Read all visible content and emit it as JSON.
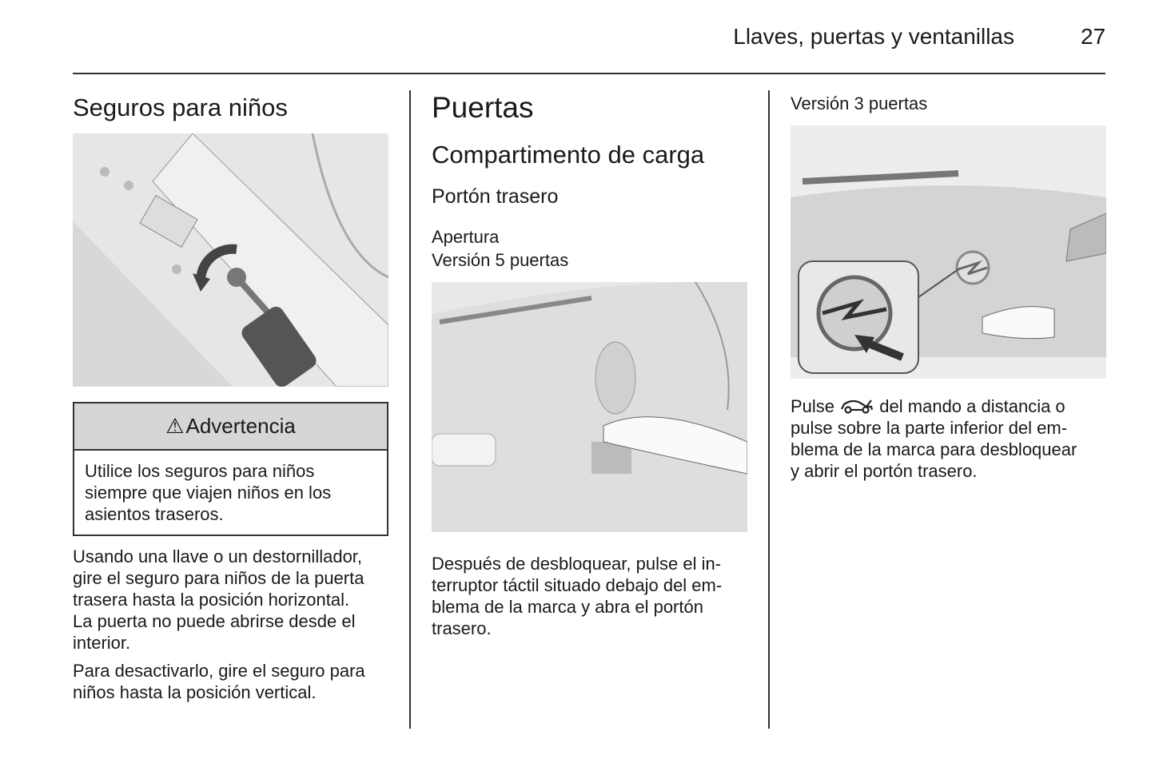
{
  "header": {
    "title": "Llaves, puertas y ventanillas",
    "page_number": "27"
  },
  "col1": {
    "heading": "Seguros para niños",
    "warning": {
      "icon": "warning-triangle-icon",
      "title": "Advertencia",
      "lines": [
        "Utilice los seguros para niños",
        "siempre que viajen niños en los",
        "asientos traseros."
      ]
    },
    "para1": [
      "Usando una llave o un destornillador,",
      "gire el seguro para niños de la puerta",
      "trasera hasta la posición horizontal.",
      "La puerta no puede abrirse desde el",
      "interior."
    ],
    "para2": [
      "Para desactivarlo, gire el seguro para",
      "niños hasta la posición vertical."
    ]
  },
  "col2": {
    "heading": "Puertas",
    "subheading": "Compartimento de carga",
    "subsubheading": "Portón trasero",
    "label1": "Apertura",
    "label2": "Versión 5 puertas",
    "para": [
      "Después de desbloquear, pulse el in-",
      "terruptor táctil situado debajo del em-",
      "blema de la marca y abra el portón",
      "trasero."
    ]
  },
  "col3": {
    "label": "Versión 3 puertas",
    "para_first_pre": "Pulse",
    "para_first_icon": "car-tailgate-icon",
    "para_first_post": "del mando a distancia o",
    "para_rest": [
      "pulse sobre la parte inferior del em-",
      "blema de la marca para desbloquear",
      "y abrir el portón trasero."
    ]
  }
}
